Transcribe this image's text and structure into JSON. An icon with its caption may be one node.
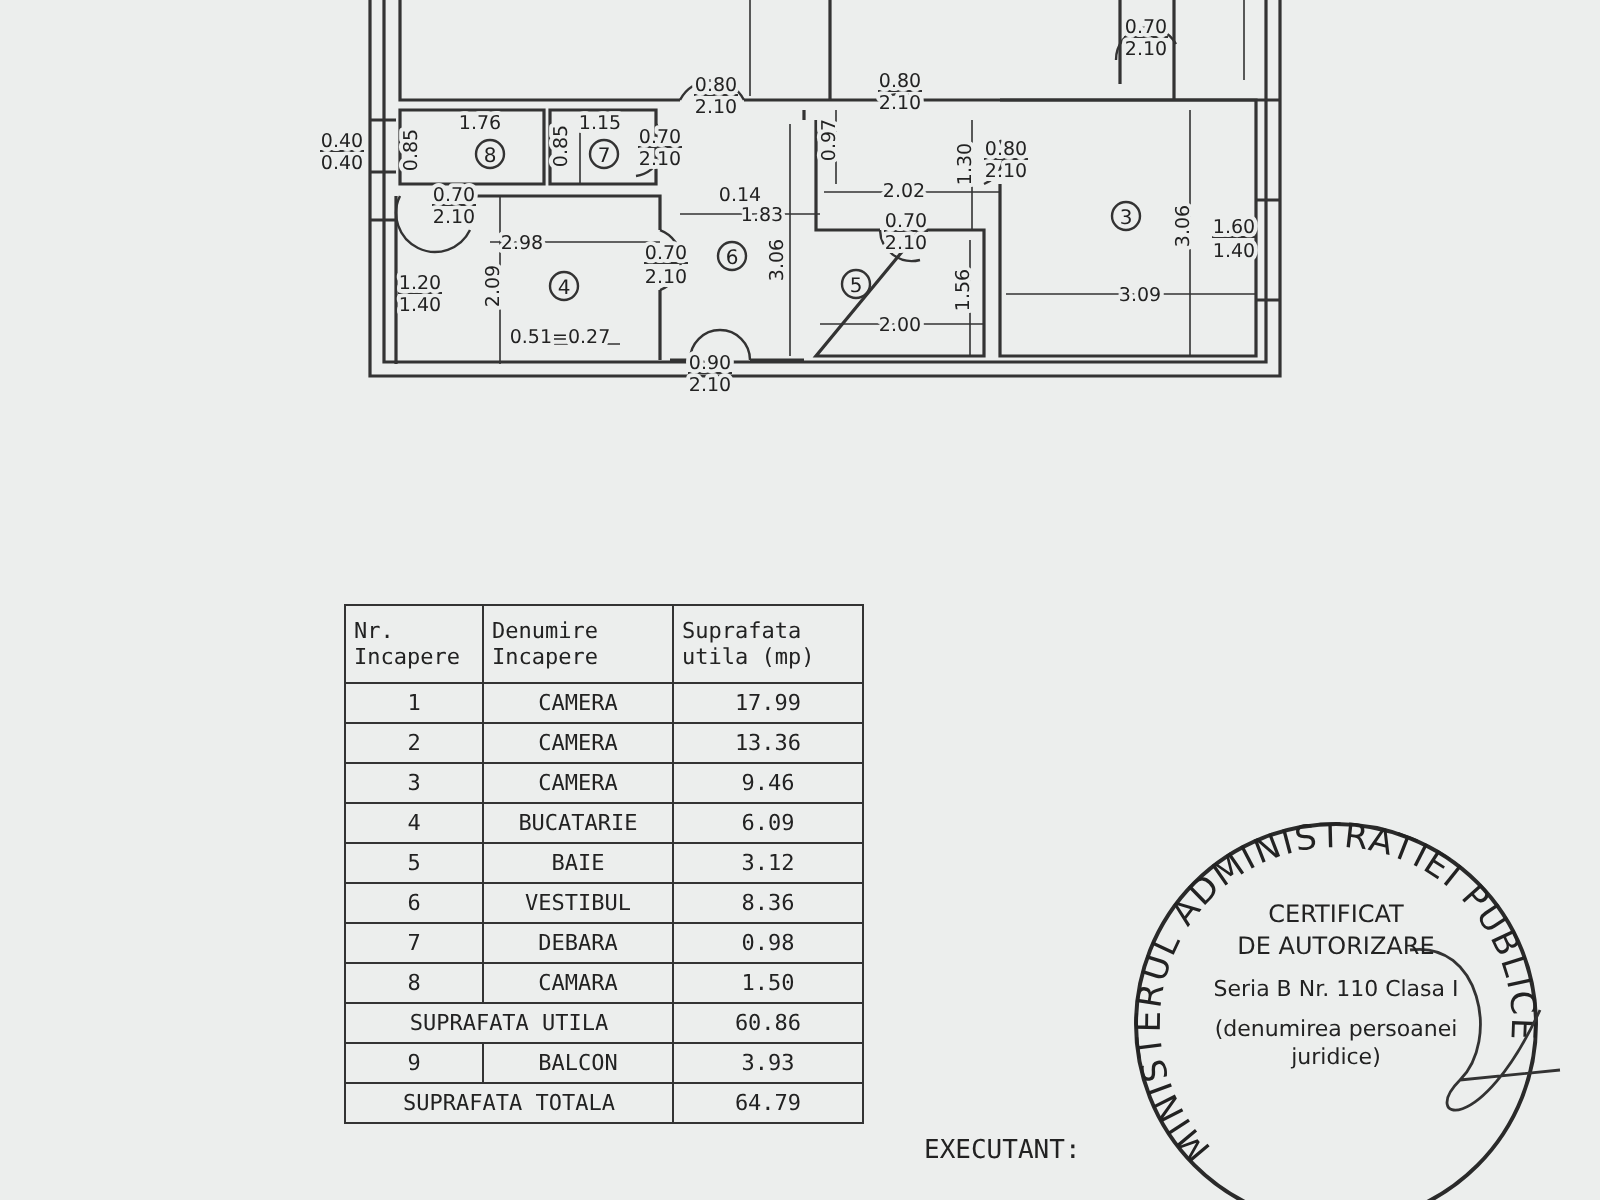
{
  "diagram": {
    "labels": [
      "0.70",
      "2.10",
      "0.80",
      "0.80",
      "2.10",
      "2.10",
      "1.76",
      "1.15",
      "0.40",
      "0.85",
      "8",
      "0.85",
      "7",
      "0.70",
      "0.97",
      "0.80",
      "0.40",
      "2.10",
      "1.30",
      "2.10",
      "0.70",
      "0.14",
      "2.02",
      "2.10",
      "1.83",
      "0.70",
      "3",
      "3.06",
      "1.60",
      "2.98",
      "0.70",
      "6",
      "2.10",
      "1.40",
      "2.10",
      "3.06",
      "1.20",
      "2.09",
      "4",
      "5",
      "1.56",
      "3.09",
      "1.40",
      "2.00",
      "0.51=0.27",
      "0.90",
      "2.10",
      "Nr. Incapere",
      "Denumire Incapere",
      "Suprafata utila (mp)",
      "1",
      "CAMERA",
      "17.99",
      "2",
      "CAMERA",
      "13.36",
      "3",
      "CAMERA",
      "9.46",
      "4",
      "BUCATARIE",
      "6.09",
      "5",
      "BAIE",
      "3.12",
      "6",
      "VESTIBUL",
      "8.36",
      "7",
      "DEBARA",
      "0.98",
      "8",
      "CAMARA",
      "1.50",
      "SUPRAFATA UTILA",
      "60.86",
      "9",
      "BALCON",
      "3.93",
      "SUPRAFATA TOTALA",
      "64.79",
      "MINISTERUL ADMINISTRATIEI PUBLICE",
      "CERTIFICAT",
      "DE AUTORIZARE",
      "Seria B Nr. 110 Clasa I",
      "(denumirea persoanei juridice)",
      "EXECUTANT:"
    ]
  }
}
